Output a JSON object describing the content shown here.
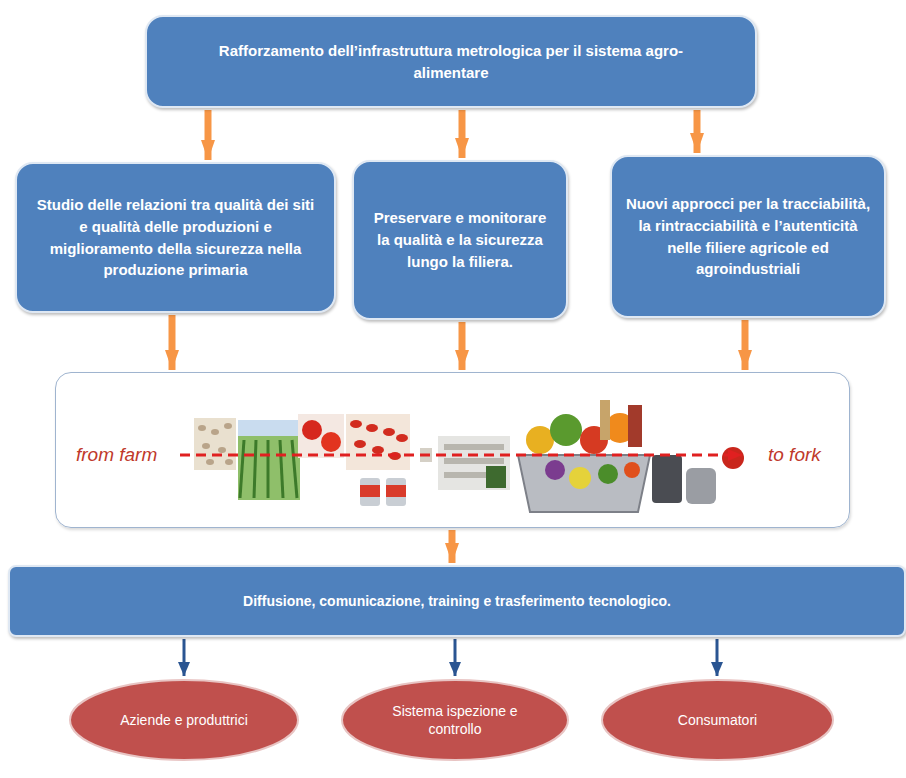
{
  "diagram": {
    "nodes": [
      {
        "text": [
          "Rafforzamento dell’infrastruttura metrologica per il sistema agro-alimentare"
        ]
      },
      {
        "text": [
          "Studio delle relazioni tra qualità dei siti e qualità delle produzioni e miglioramento della sicurezza nella produzione primaria"
        ]
      },
      {
        "text": [
          "Preservare e monitorare la qualità e la sicurezza lungo la filiera."
        ]
      },
      {
        "text": [
          "Nuovi approcci per la tracciabilità, la rintracciabilità e l’autenticità nelle filiere agricole ed agroindustriali"
        ]
      },
      {
        "text": [
          "from farm",
          "to fork"
        ]
      },
      {
        "text": [
          "Diffusione, comunicazione, training e trasferimento tecnologico."
        ]
      },
      {
        "text": [
          "Aziende e produttrici"
        ]
      },
      {
        "text": [
          "Sistema ispezione e controllo"
        ]
      },
      {
        "text": [
          "Consumatori"
        ]
      }
    ],
    "edges": [
      {
        "from": 0,
        "to": 1,
        "arrow": "to"
      },
      {
        "from": 0,
        "to": 2,
        "arrow": "to"
      },
      {
        "from": 0,
        "to": 3,
        "arrow": "to"
      },
      {
        "from": 1,
        "to": 4,
        "arrow": "to"
      },
      {
        "from": 2,
        "to": 4,
        "arrow": "to"
      },
      {
        "from": 3,
        "to": 4,
        "arrow": "to"
      },
      {
        "from": 4,
        "to": 5,
        "arrow": "to"
      },
      {
        "from": 5,
        "to": 6,
        "arrow": "to"
      },
      {
        "from": 5,
        "to": 7,
        "arrow": "to"
      },
      {
        "from": 5,
        "to": 8,
        "arrow": "to"
      }
    ]
  }
}
